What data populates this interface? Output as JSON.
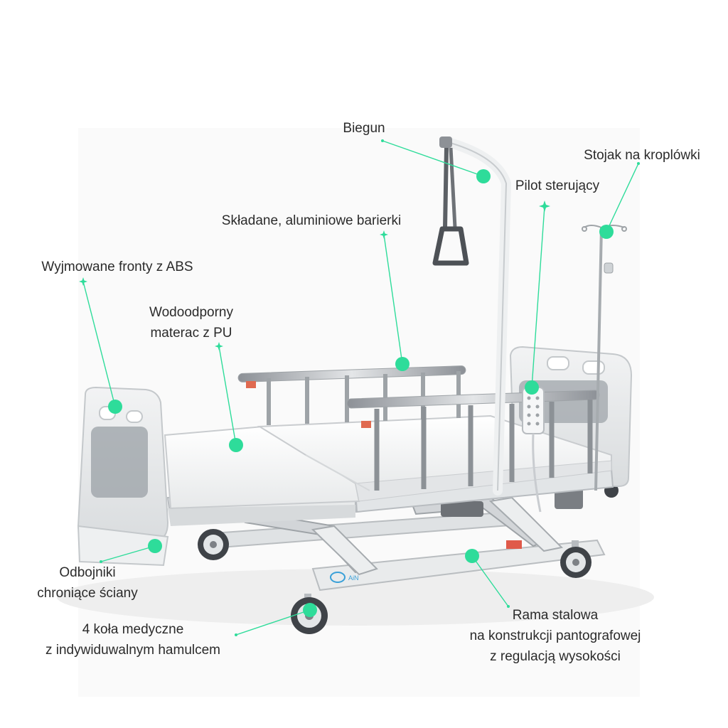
{
  "accent_color": "#2edc9a",
  "product": {
    "logo_text": "AiN"
  },
  "callouts": {
    "biegun": {
      "lines": [
        "Biegun"
      ]
    },
    "stojak": {
      "lines": [
        "Stojak na kroplówki"
      ]
    },
    "pilot": {
      "lines": [
        "Pilot sterujący"
      ]
    },
    "barierki": {
      "lines": [
        "Składane, aluminiowe barierki"
      ]
    },
    "fronty": {
      "lines": [
        "Wyjmowane fronty z ABS"
      ]
    },
    "materac": {
      "lines": [
        "Wodoodporny",
        "materac z PU"
      ]
    },
    "odbojniki": {
      "lines": [
        "Odbojniki",
        "chroniące ściany"
      ]
    },
    "kola": {
      "lines": [
        "4 koła medyczne",
        "z indywiduwalnym hamulcem"
      ]
    },
    "rama": {
      "lines": [
        "Rama stalowa",
        "na konstrukcji pantografowej",
        "z regulacją wysokości"
      ]
    }
  }
}
